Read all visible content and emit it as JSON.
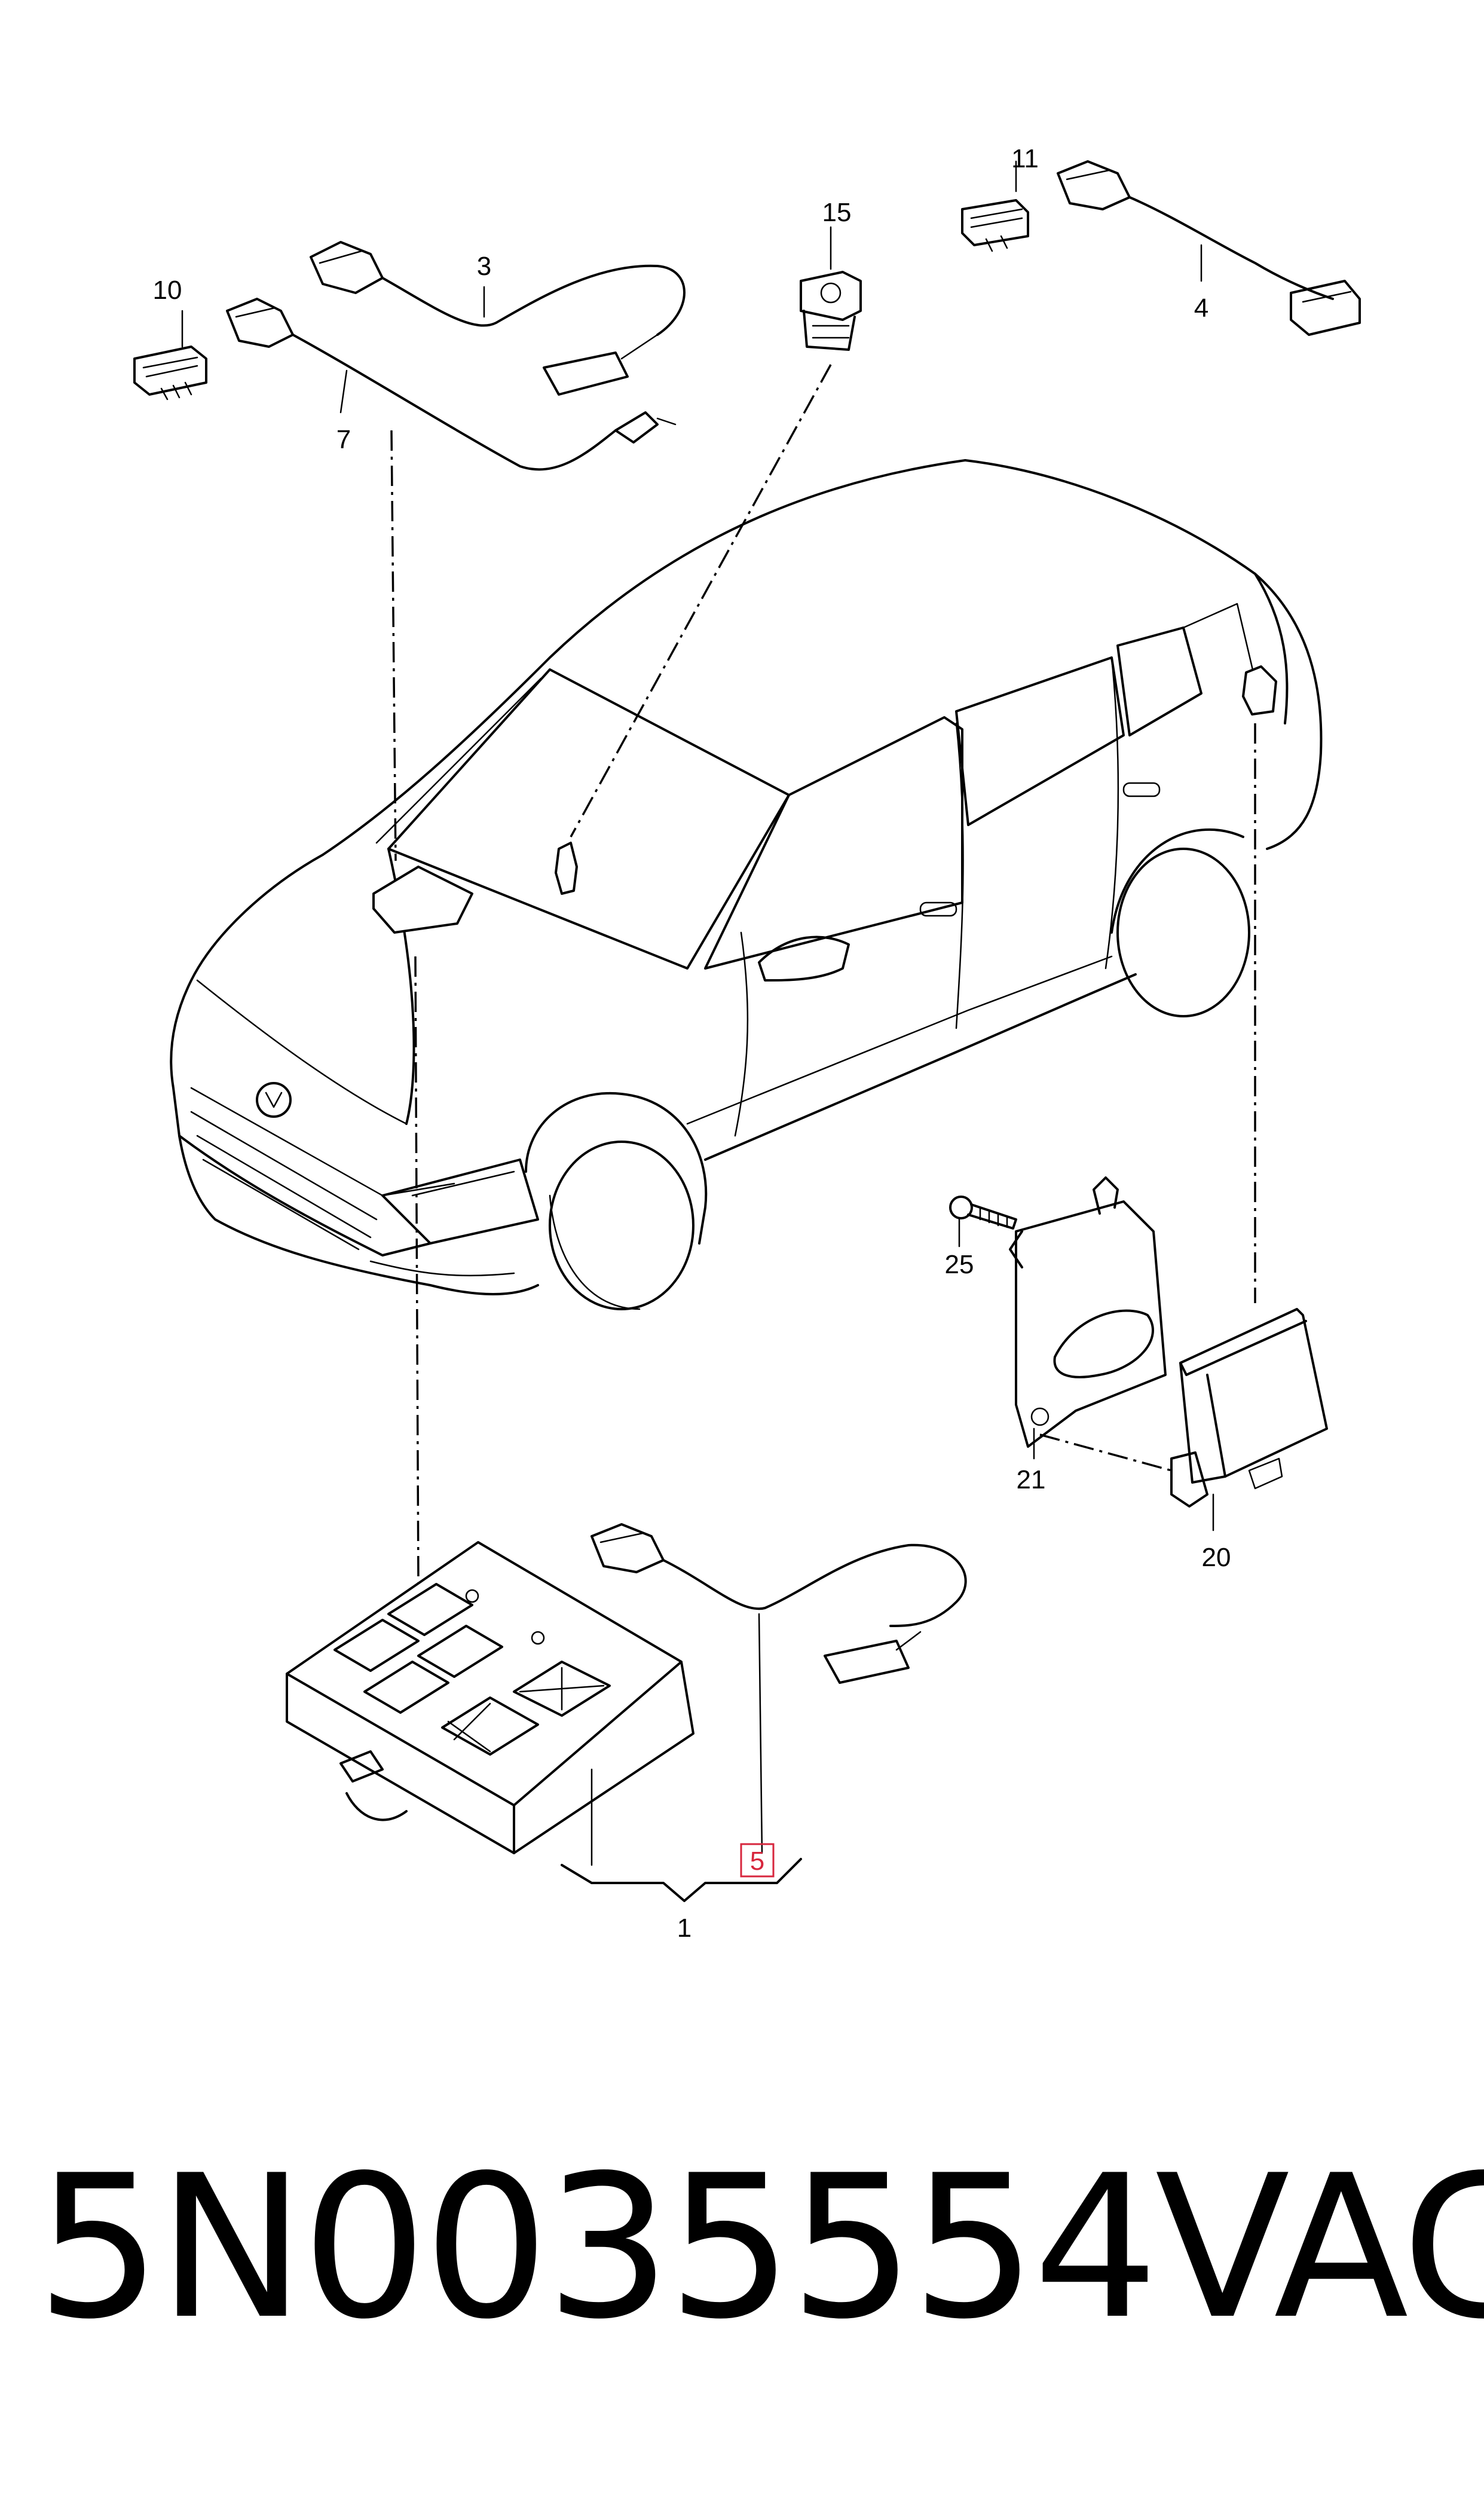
{
  "callouts": {
    "c1": "1",
    "c3": "3",
    "c4": "4",
    "c5": "5",
    "c7": "7",
    "c10": "10",
    "c11": "11",
    "c15": "15",
    "c20": "20",
    "c21": "21",
    "c25": "25"
  },
  "highlight_color": "#d7263d",
  "footer": {
    "part_number": "5N0035554",
    "brand": "VAG"
  }
}
